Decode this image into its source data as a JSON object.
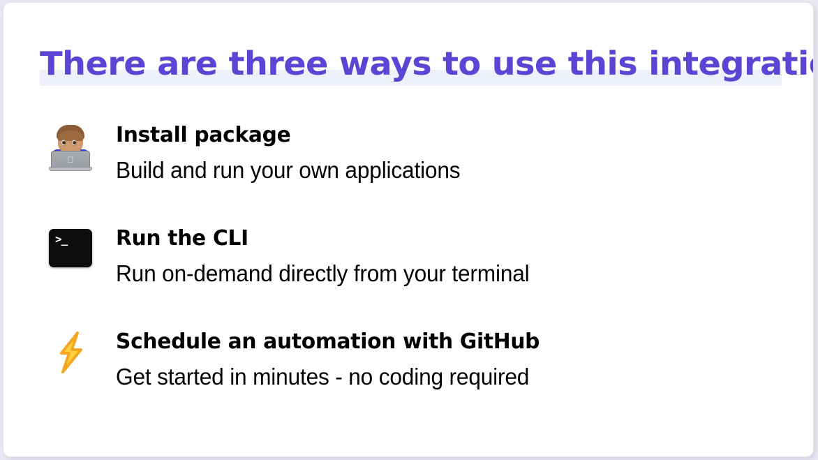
{
  "title": {
    "text": "There are three ways to use this integration",
    "color": "#5a45d4",
    "highlight_color": "#edf1fc"
  },
  "options": [
    {
      "icon": "technologist-emoji",
      "heading": "Install package",
      "subtext": "Build and run your own applications"
    },
    {
      "icon": "terminal-icon",
      "icon_prompt": ">_",
      "heading": "Run the CLI",
      "subtext": "Run on-demand directly from your terminal"
    },
    {
      "icon": "lightning-bolt-icon",
      "heading": "Schedule an automation with GitHub",
      "subtext": "Get started in minutes - no coding required"
    }
  ],
  "colors": {
    "accent_purple": "#5a45d4",
    "highlight_band": "#edf1fc",
    "text_black": "#010101",
    "card_background": "#ffffff",
    "page_background": "#e9e7f2",
    "terminal_black": "#0d0d0d",
    "bolt_yellow": "#ffd23b",
    "bolt_orange": "#f5a623"
  }
}
